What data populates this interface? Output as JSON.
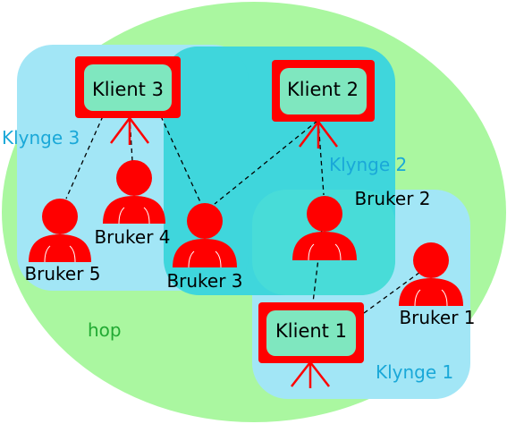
{
  "hop_label": "hop",
  "clusters": [
    {
      "id": "klynge3",
      "label": "Klynge 3"
    },
    {
      "id": "klynge2",
      "label": "Klynge 2"
    },
    {
      "id": "klynge1",
      "label": "Klynge 1"
    }
  ],
  "clients": [
    {
      "id": "klient3",
      "label": "Klient 3"
    },
    {
      "id": "klient2",
      "label": "Klient 2"
    },
    {
      "id": "klient1",
      "label": "Klient 1"
    }
  ],
  "users": [
    {
      "id": "bruker5",
      "label": "Bruker 5"
    },
    {
      "id": "bruker4",
      "label": "Bruker 4"
    },
    {
      "id": "bruker3",
      "label": "Bruker 3"
    },
    {
      "id": "bruker2",
      "label": "Bruker 2"
    },
    {
      "id": "bruker1",
      "label": "Bruker 1"
    }
  ],
  "connections": [
    {
      "from": "klient3",
      "to": "bruker5"
    },
    {
      "from": "klient3",
      "to": "bruker4"
    },
    {
      "from": "klient3",
      "to": "bruker3"
    },
    {
      "from": "klient2",
      "to": "bruker3"
    },
    {
      "from": "klient2",
      "to": "bruker2"
    },
    {
      "from": "klient1",
      "to": "bruker2"
    },
    {
      "from": "klient1",
      "to": "bruker1"
    }
  ],
  "colors": {
    "hop_fill": "#aaf7a0",
    "cluster_fill": "#3fd6dc",
    "cluster_edge_fill": "#a2e6f6",
    "node_red": "#ff0000",
    "screen_fill": "#7fe7bf",
    "cluster_label": "#1aa8d8",
    "hop_label": "#22aa33"
  }
}
